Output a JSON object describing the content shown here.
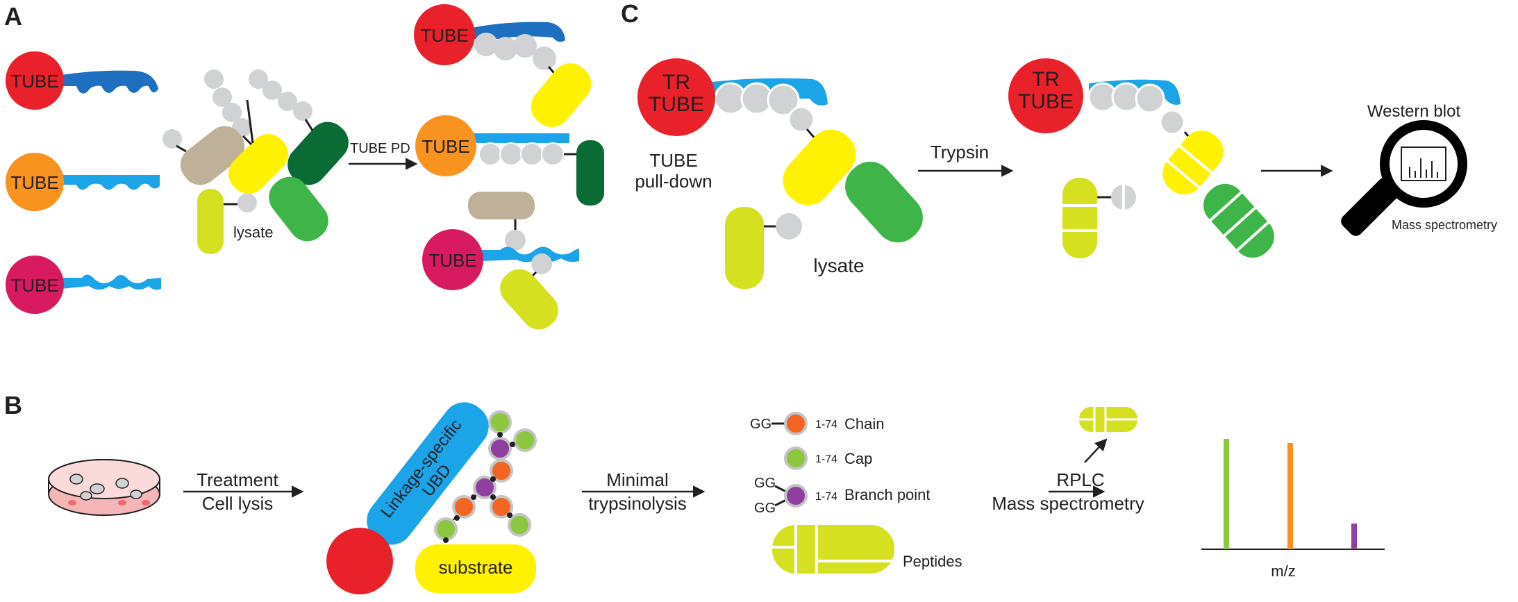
{
  "panels": {
    "a": "A",
    "b": "B",
    "c": "C"
  },
  "panel_a": {
    "tube_1": "TUBE",
    "tube_2": "TUBE",
    "tube_3": "TUBE",
    "lysate": "lysate",
    "arrow_label": "TUBE PD",
    "result_tube_1": "TUBE",
    "result_tube_2": "TUBE",
    "result_tube_3": "TUBE"
  },
  "panel_c": {
    "tr_tube_1_line1": "TR",
    "tr_tube_1_line2": "TUBE",
    "pulldown_line1": "TUBE",
    "pulldown_line2": "pull-down",
    "lysate": "lysate",
    "trypsin": "Trypsin",
    "tr_tube_2_line1": "TR",
    "tr_tube_2_line2": "TUBE",
    "western_blot": "Western blot",
    "mass_spec": "Mass spectrometry"
  },
  "panel_b": {
    "treatment": "Treatment",
    "cell_lysis": "Cell lysis",
    "ubd_line1": "Linkage-specific",
    "ubd_line2": "UBD",
    "substrate": "substrate",
    "minimal": "Minimal",
    "trypsinolysis": "trypsinolysis",
    "chain_gg": "GG",
    "chain_range": "1-74",
    "chain_label": "Chain",
    "cap_range": "1-74",
    "cap_label": "Cap",
    "branch_gg_top": "GG",
    "branch_gg_bottom": "GG",
    "branch_range": "1-74",
    "branch_label": "Branch point",
    "peptides": "Peptides",
    "rplc": "RPLC",
    "mass_spectrometry": "Mass spectrometry",
    "mz_axis": "m/z"
  },
  "colors": {
    "red": "#e8212a",
    "orange": "#f7931e",
    "magenta": "#d81b60",
    "blue_dark": "#1e6fbf",
    "blue_light": "#1ca4e8",
    "ubiquitin": "#d0d2d4",
    "tan": "#bfb09a",
    "yellow": "#fff200",
    "lime": "#d4e020",
    "green": "#3fb549",
    "dark_green": "#0b6b35",
    "ub_orange": "#f26522",
    "ub_green": "#8dc63f",
    "ub_purple": "#8e3fa0"
  }
}
